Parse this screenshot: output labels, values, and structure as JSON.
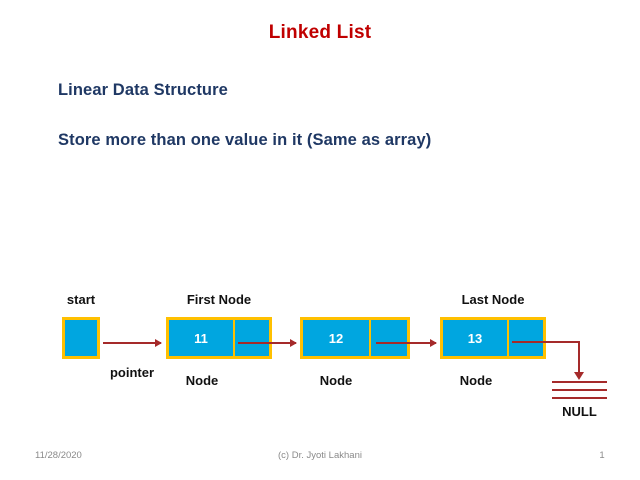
{
  "slide": {
    "title": "Linked List",
    "body_lines": [
      "Linear Data Structure",
      "Store more than one value in it (Same as array)"
    ]
  },
  "diagram": {
    "start_label": "start",
    "pointer_label": "pointer",
    "first_node_label": "First Node",
    "last_node_label": "Last Node",
    "null_label": "NULL",
    "node_caption": "Node",
    "nodes": [
      {
        "value": "11",
        "caption": "Node",
        "top_label": "First Node"
      },
      {
        "value": "12",
        "caption": "Node",
        "top_label": ""
      },
      {
        "value": "13",
        "caption": "Node",
        "top_label": "Last Node"
      }
    ],
    "colors": {
      "node_fill": "#00A6E0",
      "node_border": "#FFC000",
      "arrow": "#A52A2A",
      "label": "#111111"
    }
  },
  "footer": {
    "date": "11/28/2020",
    "copyright": "(c) Dr. Jyoti Lakhani",
    "page_number": "1"
  },
  "theme": {
    "title_color": "#C00000",
    "body_color": "#1F3864",
    "background": "#ffffff"
  }
}
